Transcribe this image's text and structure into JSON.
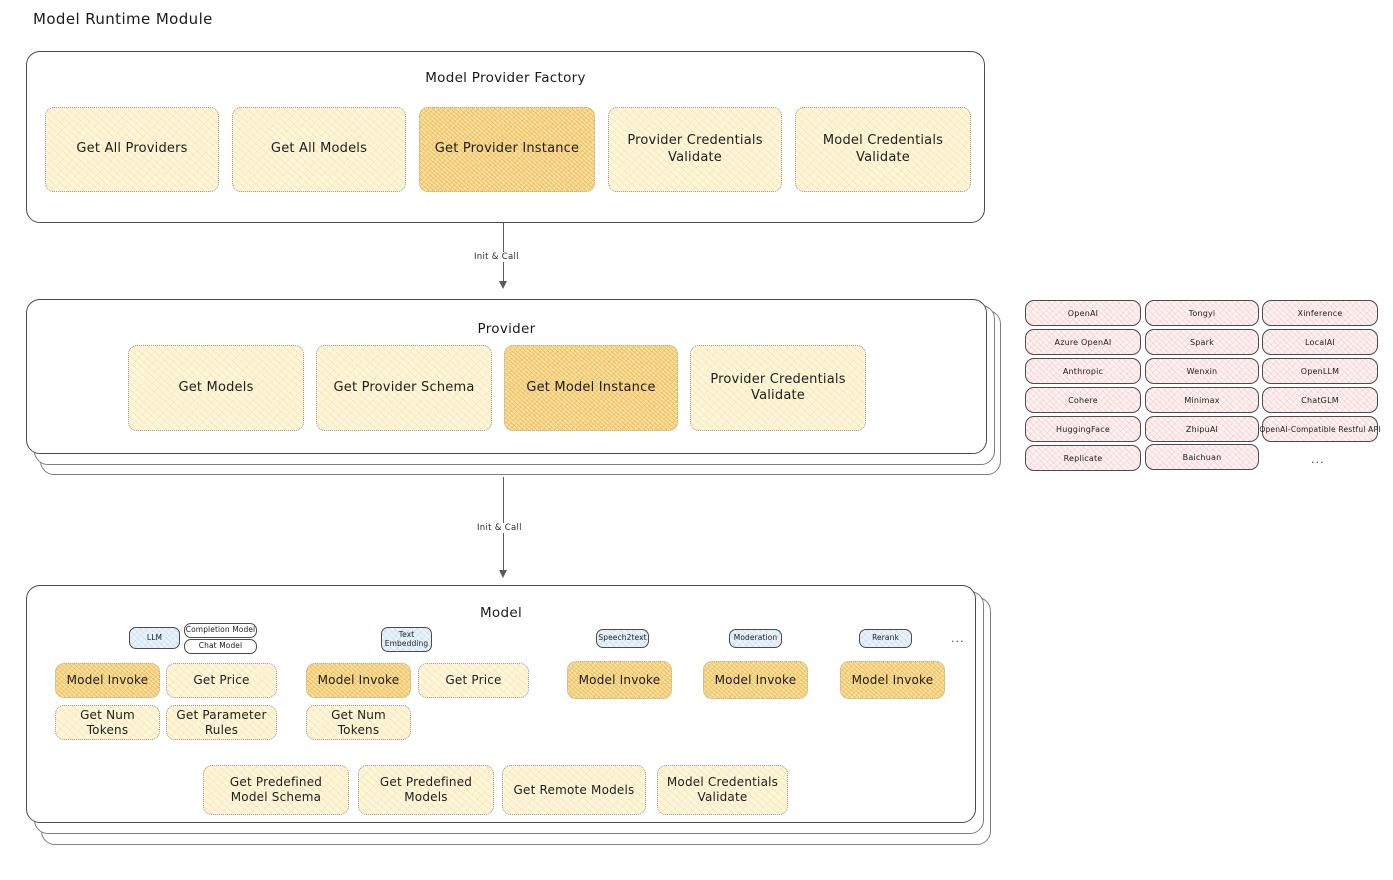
{
  "title": "Model Runtime Module",
  "factory": {
    "title": "Model Provider Factory",
    "items": [
      {
        "label": "Get All Providers",
        "highlight": false
      },
      {
        "label": "Get All Models",
        "highlight": false
      },
      {
        "label": "Get Provider Instance",
        "highlight": true
      },
      {
        "label": "Provider Credentials Validate",
        "highlight": false
      },
      {
        "label": "Model Credentials Validate",
        "highlight": false
      }
    ]
  },
  "arrows": [
    {
      "label": "Init & Call"
    },
    {
      "label": "Init & Call"
    }
  ],
  "provider": {
    "title": "Provider",
    "items": [
      {
        "label": "Get Models",
        "highlight": false
      },
      {
        "label": "Get Provider Schema",
        "highlight": false
      },
      {
        "label": "Get Model Instance",
        "highlight": true
      },
      {
        "label": "Provider Credentials Validate",
        "highlight": false
      }
    ]
  },
  "provider_list": {
    "columns": [
      {
        "items": [
          "OpenAI",
          "Azure OpenAI",
          "Anthropic",
          "Cohere",
          "HuggingFace",
          "Replicate"
        ]
      },
      {
        "items": [
          "Tongyi",
          "Spark",
          "Wenxin",
          "Minimax",
          "ZhipuAI",
          "Baichuan"
        ]
      },
      {
        "items": [
          "Xinference",
          "LocalAI",
          "OpenLLM",
          "ChatGLM",
          "OpenAI-Compatible Restful API"
        ]
      }
    ],
    "ellipsis": "..."
  },
  "model": {
    "title": "Model",
    "ellipsis": "...",
    "types": [
      {
        "badge": "LLM",
        "sub_badges": [
          "Completion Model",
          "Chat Model"
        ],
        "capabilities": [
          {
            "label": "Model Invoke",
            "highlight": true
          },
          {
            "label": "Get Price",
            "highlight": false
          },
          {
            "label": "Get Num Tokens",
            "highlight": false
          },
          {
            "label": "Get Parameter Rules",
            "highlight": false
          }
        ]
      },
      {
        "badge": "Text Embedding",
        "sub_badges": [],
        "capabilities": [
          {
            "label": "Model Invoke",
            "highlight": true
          },
          {
            "label": "Get Price",
            "highlight": false
          },
          {
            "label": "Get Num Tokens",
            "highlight": false
          }
        ]
      },
      {
        "badge": "Speech2text",
        "sub_badges": [],
        "capabilities": [
          {
            "label": "Model Invoke",
            "highlight": true
          }
        ]
      },
      {
        "badge": "Moderation",
        "sub_badges": [],
        "capabilities": [
          {
            "label": "Model Invoke",
            "highlight": true
          }
        ]
      },
      {
        "badge": "Rerank",
        "sub_badges": [],
        "capabilities": [
          {
            "label": "Model Invoke",
            "highlight": true
          }
        ]
      }
    ],
    "shared": [
      {
        "label": "Get Predefined Model Schema"
      },
      {
        "label": "Get Predefined Models"
      },
      {
        "label": "Get Remote Models"
      },
      {
        "label": "Model Credentials Validate"
      }
    ]
  },
  "colors": {
    "card_border": "#4b4b4b",
    "hatch_light": "#fdf6dd",
    "hatch_strong": "#f9dfa0",
    "chip_pink": "#fdf1f1",
    "badge_blue": "#eaf3fc"
  }
}
